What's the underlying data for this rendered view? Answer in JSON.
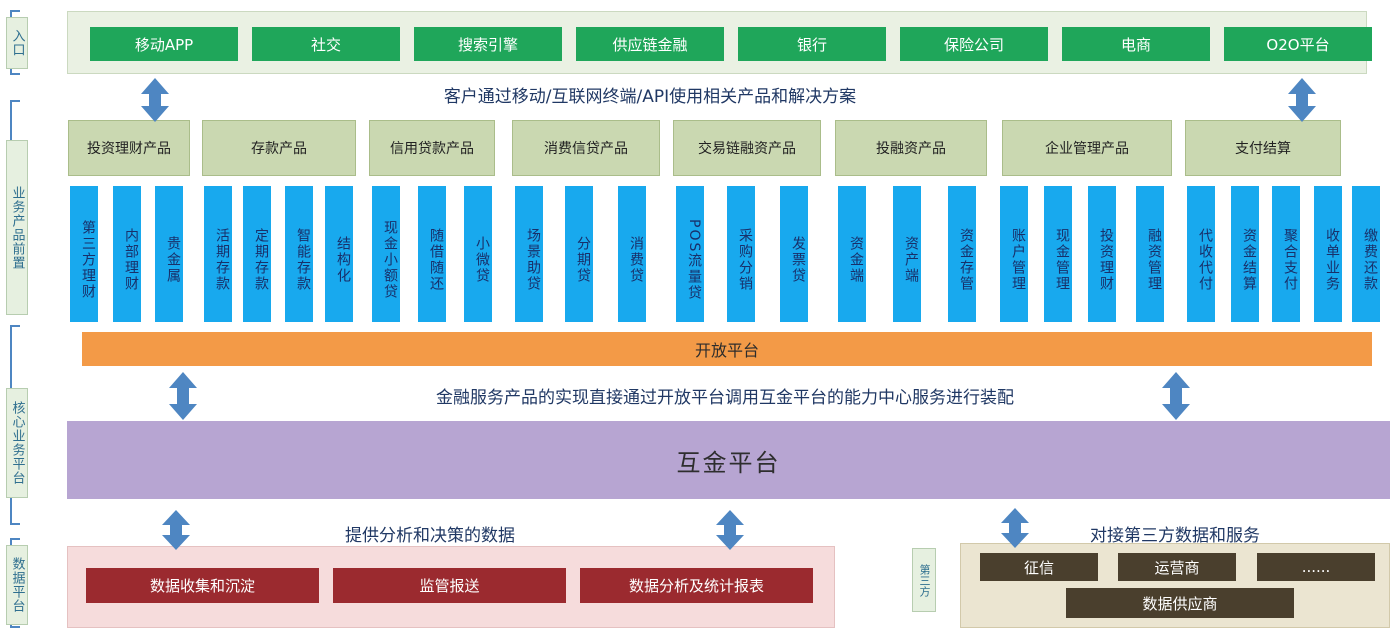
{
  "layers": {
    "entry": "入口",
    "front": "业务产品前置",
    "core": "核心业务平台",
    "data": "数据平台"
  },
  "entry_items": [
    "移动APP",
    "社交",
    "搜索引擎",
    "供应链金融",
    "银行",
    "保险公司",
    "电商",
    "O2O平台"
  ],
  "caption_top": "客户通过移动/互联网终端/API使用相关产品和解决方案",
  "product_groups": [
    {
      "title": "投资理财产品",
      "items": [
        "第三方理财",
        "内部理财",
        "贵金属"
      ]
    },
    {
      "title": "存款产品",
      "items": [
        "活期存款",
        "定期存款",
        "智能存款",
        "结构化"
      ]
    },
    {
      "title": "信用贷款产品",
      "items": [
        "现金小额贷",
        "随借随还",
        "小微贷"
      ]
    },
    {
      "title": "消费信贷产品",
      "items": [
        "场景助贷",
        "分期贷",
        "消费贷"
      ]
    },
    {
      "title": "交易链融资产品",
      "items": [
        "POS流量贷",
        "采购分销",
        "发票贷"
      ]
    },
    {
      "title": "投融资产品",
      "items": [
        "资金端",
        "资产端",
        "资金存管"
      ]
    },
    {
      "title": "企业管理产品",
      "items": [
        "账户管理",
        "现金管理",
        "投资理财",
        "融资管理"
      ]
    },
    {
      "title": "支付结算",
      "items": [
        "代收代付",
        "资金结算",
        "聚合支付",
        "收单业务",
        "缴费还款"
      ]
    }
  ],
  "open_platform": "开放平台",
  "caption_mid": "金融服务产品的实现直接通过开放平台调用互金平台的能力中心服务进行装配",
  "core_platform": "互金平台",
  "caption_data": "提供分析和决策的数据",
  "data_items": [
    "数据收集和沉淀",
    "监管报送",
    "数据分析及统计报表"
  ],
  "caption_third": "对接第三方数据和服务",
  "third_tag": "第三方",
  "third_items": [
    "征信",
    "运营商",
    "......",
    "数据供应商"
  ],
  "colors": {
    "entry_green": "#1fa65a",
    "product_blue": "#18a9ee",
    "open_orange": "#f39a47",
    "core_purple": "#b7a5d2",
    "data_red": "#9b2a2f",
    "third_brown": "#4a3f2d",
    "arrow_blue": "#4e86c2"
  }
}
